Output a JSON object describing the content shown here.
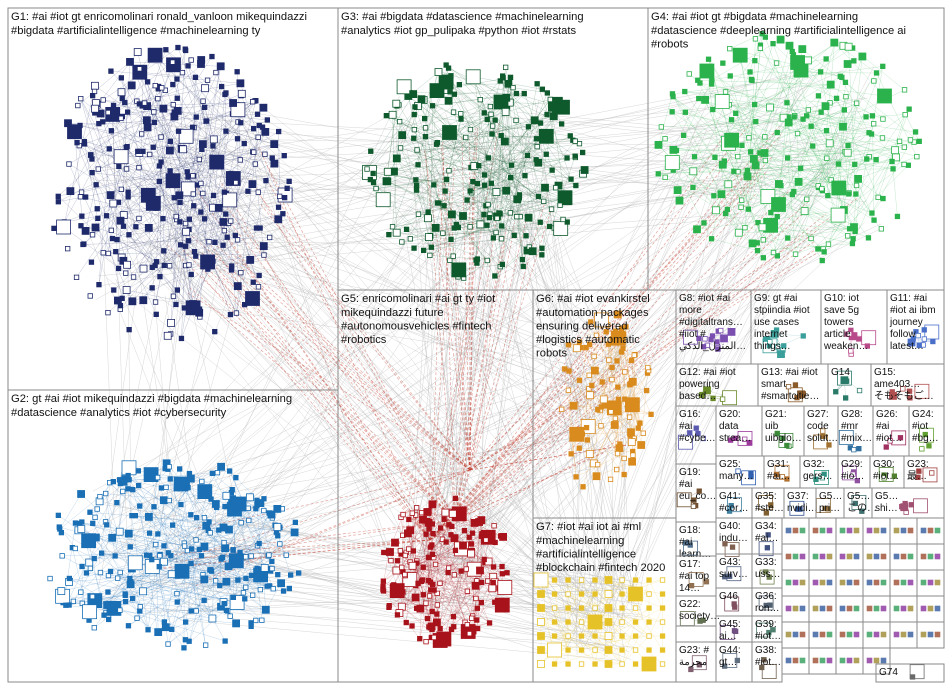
{
  "graph": {
    "edge_color": "#b6b6b6",
    "bridge_color": "#c0392b",
    "groups": [
      {
        "id": "G1",
        "lines": [
          "G1: #ai #iot gt enricomolinari ronald_vanloon mikequindazzi",
          "#bigdata #artificialintelligence #machinelearning ty"
        ],
        "color": "#1f2a6b"
      },
      {
        "id": "G2",
        "lines": [
          "G2: gt #ai #iot mikequindazzi #bigdata #machinelearning",
          "#datascience #analytics #iot #cybersecurity"
        ],
        "color": "#1a6fb5"
      },
      {
        "id": "G3",
        "lines": [
          "G3: #ai #bigdata #datascience #machinelearning",
          "#analytics #iot gp_pulipaka #python #iot #rstats"
        ],
        "color": "#0f5a2d"
      },
      {
        "id": "G4",
        "lines": [
          "G4: #ai #iot gt #bigdata #machinelearning",
          "#datascience #deeplearning #artificialintelligence ai",
          "#robots"
        ],
        "color": "#2bb24c"
      },
      {
        "id": "G5",
        "lines": [
          "G5: enricomolinari #ai gt ty #iot",
          "mikequindazzi future",
          "#autonomousvehicles #fintech",
          "#robotics"
        ],
        "color": "#a8121a"
      },
      {
        "id": "G6",
        "lines": [
          "G6: #ai #iot evankirstel",
          "#automation packages",
          "ensuring delivered",
          "#logistics #automatic",
          "robots"
        ],
        "color": "#d98b1e"
      },
      {
        "id": "G7",
        "lines": [
          "G7: #iot #ai iot ai #ml",
          "#machinelearning",
          "#artificialintelligence",
          "#blockchain #fintech 2020"
        ],
        "color": "#e6c229"
      },
      {
        "id": "G8",
        "lines": [
          "G8: #iot #ai",
          "more",
          "#digitaltrans…",
          "#iiot #",
          "المنزل_الذكي…"
        ],
        "color": "#7a4fb0"
      },
      {
        "id": "G9",
        "lines": [
          "G9: gt #ai",
          "stpiindia #iot",
          "use cases",
          "internet",
          "things…"
        ],
        "color": "#3a9e9a"
      },
      {
        "id": "G10",
        "lines": [
          "G10: iot",
          "save 5g",
          "towers",
          "article",
          "weaken…"
        ],
        "color": "#b84a8a"
      },
      {
        "id": "G11",
        "lines": [
          "G11: #ai",
          "#iot ai ibm",
          "journey",
          "follow",
          "latest…"
        ],
        "color": "#4a6fc8"
      },
      {
        "id": "G12",
        "lines": [
          "G12: #ai #iot",
          "powering",
          "based…"
        ],
        "color": "#6a8a2a"
      },
      {
        "id": "G13",
        "lines": [
          "G13: #ai #iot",
          "smart",
          "#smartcitie…"
        ],
        "color": "#8a5a2a"
      },
      {
        "id": "G14",
        "lines": [
          "G14"
        ],
        "color": "#2a7a6a"
      },
      {
        "id": "G15",
        "lines": [
          "G15:",
          "ame403…",
          "そもそもご…"
        ],
        "color": "#b05050"
      },
      {
        "id": "G16",
        "lines": [
          "G16:",
          "#ai",
          "#cybe…"
        ],
        "color": "#5a5ab0"
      },
      {
        "id": "G20",
        "lines": [
          "G20:",
          "data",
          "strea…"
        ],
        "color": "#9a3a9a"
      },
      {
        "id": "G21",
        "lines": [
          "G21:",
          "uib",
          "uibglo…"
        ],
        "color": "#3a8a3a"
      },
      {
        "id": "G27",
        "lines": [
          "G27:",
          "code",
          "solut…"
        ],
        "color": "#a07030"
      },
      {
        "id": "G28",
        "lines": [
          "G28:",
          "#mr",
          "#mix…"
        ],
        "color": "#3070a0"
      },
      {
        "id": "G26",
        "lines": [
          "G26:",
          "#ai",
          "#iot…"
        ],
        "color": "#a03060"
      },
      {
        "id": "G24",
        "lines": [
          "G24:",
          "#iot",
          "#bg…"
        ],
        "color": "#60a030"
      },
      {
        "id": "G19",
        "lines": [
          "G19:",
          "#ai",
          "eu_co…"
        ],
        "color": "#705030"
      },
      {
        "id": "G25",
        "lines": [
          "G25:",
          "many…"
        ],
        "color": "#3060b0"
      },
      {
        "id": "G31",
        "lines": [
          "G31:",
          "#ai…"
        ],
        "color": "#b07030"
      },
      {
        "id": "G32",
        "lines": [
          "G32:",
          "gers…"
        ],
        "color": "#309080"
      },
      {
        "id": "G29",
        "lines": [
          "G29:",
          "#io…"
        ],
        "color": "#9050a0"
      },
      {
        "id": "G30",
        "lines": [
          "G30:",
          "#iot…"
        ],
        "color": "#508030"
      },
      {
        "id": "G23",
        "lines": [
          "G23:",
          "最…"
        ],
        "color": "#a04040"
      },
      {
        "id": "G41",
        "lines": [
          "G41:",
          "#cor…"
        ],
        "color": "#4080a0"
      },
      {
        "id": "G35",
        "lines": [
          "G35:",
          "#ste…"
        ],
        "color": "#806030"
      },
      {
        "id": "G37",
        "lines": [
          "G37:",
          "nvidi…"
        ],
        "color": "#305090"
      },
      {
        "id": "G5x",
        "lines": [
          "G5…",
          "pri…"
        ],
        "color": "#907040"
      },
      {
        "id": "G5y",
        "lines": [
          "G5…",
          "この…"
        ],
        "color": "#407070"
      },
      {
        "id": "G5z",
        "lines": [
          "G5…",
          "shi…"
        ],
        "color": "#a05070"
      },
      {
        "id": "G18",
        "lines": [
          "G18:",
          "#ai",
          "learn…"
        ],
        "color": "#507090"
      },
      {
        "id": "G40",
        "lines": [
          "G40:",
          "indu…"
        ],
        "color": "#806050"
      },
      {
        "id": "G34",
        "lines": [
          "G34:",
          "#ai…"
        ],
        "color": "#405080"
      },
      {
        "id": "G17",
        "lines": [
          "G17:",
          "#ai top",
          "14…"
        ],
        "color": "#907050"
      },
      {
        "id": "G43",
        "lines": [
          "G43:",
          "surv…"
        ],
        "color": "#506080"
      },
      {
        "id": "G33",
        "lines": [
          "G33:",
          "uss…"
        ],
        "color": "#708050"
      },
      {
        "id": "G46",
        "lines": [
          "G46"
        ],
        "color": "#805060"
      },
      {
        "id": "G36",
        "lines": [
          "G36:",
          "ron…"
        ],
        "color": "#506070"
      },
      {
        "id": "G22",
        "lines": [
          "G22:",
          "society…"
        ],
        "color": "#607050"
      },
      {
        "id": "G45",
        "lines": [
          "G45:",
          "ai…"
        ],
        "color": "#705080"
      },
      {
        "id": "G39",
        "lines": [
          "G39:",
          "#iot…"
        ],
        "color": "#508070"
      },
      {
        "id": "G23b",
        "lines": [
          "G23: #",
          "مجرمة"
        ],
        "color": "#806070"
      },
      {
        "id": "G44",
        "lines": [
          "G44:",
          "gt…"
        ],
        "color": "#607080"
      },
      {
        "id": "G38",
        "lines": [
          "G38:",
          "#iot…"
        ],
        "color": "#706050"
      },
      {
        "id": "G74",
        "lines": [
          "G74"
        ],
        "color": "#6a6a6a"
      }
    ]
  }
}
